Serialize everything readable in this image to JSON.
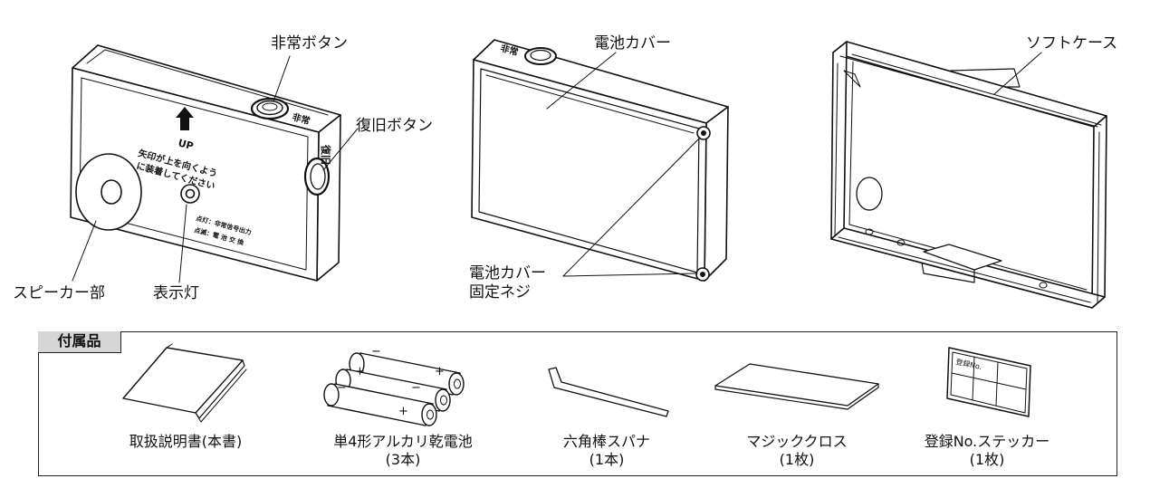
{
  "labels": {
    "emergency_button": "非常ボタン",
    "reset_button": "復旧ボタン",
    "speaker": "スピーカー部",
    "indicator": "表示灯",
    "battery_cover": "電池カバー",
    "cover_screw_line1": "電池カバー",
    "cover_screw_line2": "固定ネジ",
    "soft_case": "ソフトケース"
  },
  "device_face": {
    "up": "UP",
    "instruction_line1": "矢印が上を向くよう",
    "instruction_line2": "に装着してください",
    "legend_line1": "点灯：非常信号出力",
    "legend_line2": "点滅：電 池 交 換",
    "top_side_label": "非常",
    "side_label": "復旧"
  },
  "cover_top_label": "非常",
  "accessories": {
    "title": "付属品",
    "items": [
      {
        "name": "取扱説明書(本書)",
        "qty": ""
      },
      {
        "name": "単4形アルカリ乾電池",
        "qty": "(3本)"
      },
      {
        "name": "六角棒スパナ",
        "qty": "(1本)"
      },
      {
        "name": "マジッククロス",
        "qty": "(1枚)"
      },
      {
        "name": "登録No.ステッカー",
        "qty": "(1枚)"
      }
    ],
    "battery_plus": "+",
    "battery_minus": "−",
    "sticker_label": "登録No."
  }
}
